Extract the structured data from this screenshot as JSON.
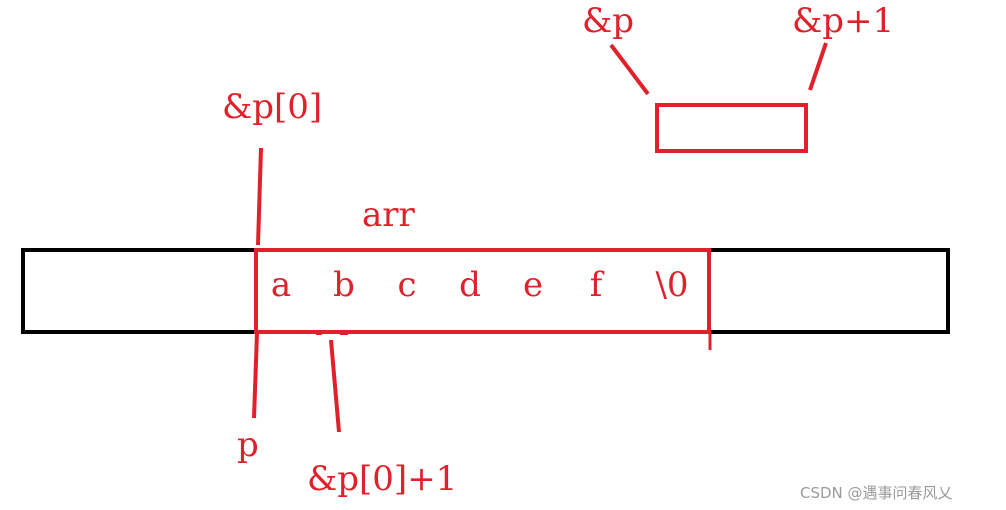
{
  "labels": {
    "addr_p": "&p",
    "addr_p_plus_1": "&p+1",
    "addr_p0": "&p[0]",
    "arr": "arr",
    "p": "p",
    "addr_p0_plus_1": "&p[0]+1"
  },
  "array_cells": [
    "a",
    "b",
    "c",
    "d",
    "e",
    "f",
    "\\0"
  ],
  "colors": {
    "annotation": "#e0212b",
    "outline": "#000000",
    "watermark": "#9a9a9a"
  },
  "watermark": "CSDN @遇事问春风乂"
}
